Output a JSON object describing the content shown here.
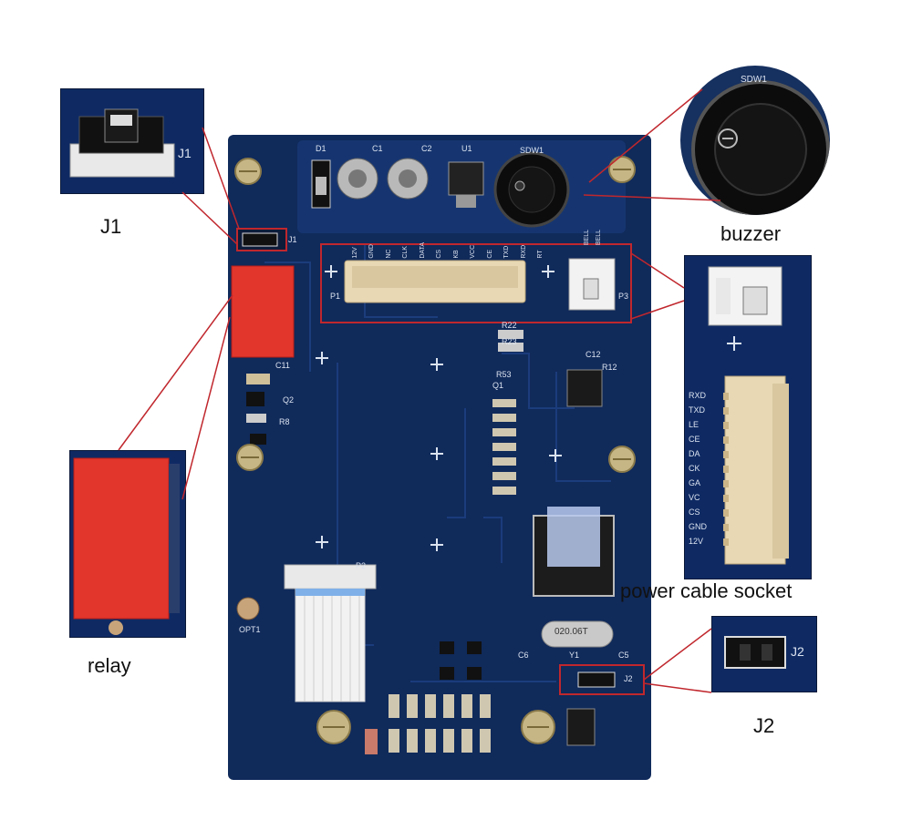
{
  "labels": {
    "j1": "J1",
    "buzzer": "buzzer",
    "relay": "relay",
    "power_socket": "power cable socket",
    "j2": "J2"
  },
  "silkscreen": {
    "d1": "D1",
    "c1": "C1",
    "c2": "C2",
    "u1": "U1",
    "sdw1": "SDW1",
    "j1": "J1",
    "p1": "P1",
    "p2": "P2",
    "p3": "P3",
    "c11": "C11",
    "q2": "Q2",
    "r8": "R8",
    "q1": "Q1",
    "r22": "R22",
    "r23": "R23",
    "c12": "C12",
    "r12": "R12",
    "r53": "R53",
    "opt1": "OPT1",
    "c6": "C6",
    "c5": "C5",
    "y1": "Y1",
    "j2": "J2",
    "crystal": "020.06T",
    "pin_labels": [
      "12V",
      "GND",
      "NC",
      "CLK",
      "DATA",
      "CS",
      "KB",
      "VCC",
      "CE",
      "TXD",
      "RXD",
      "RT",
      "BELL",
      "BELL"
    ],
    "socket_pin_labels": [
      "RXD",
      "TXD",
      "LE",
      "CE",
      "DA",
      "CK",
      "GA",
      "VC",
      "CS",
      "GND",
      "12V"
    ]
  },
  "colors": {
    "board": "#102a5a",
    "callout": "#c0272d",
    "relay": "#e2352c",
    "connector": "#e8d8b4",
    "silk": "#dbe3f0"
  }
}
